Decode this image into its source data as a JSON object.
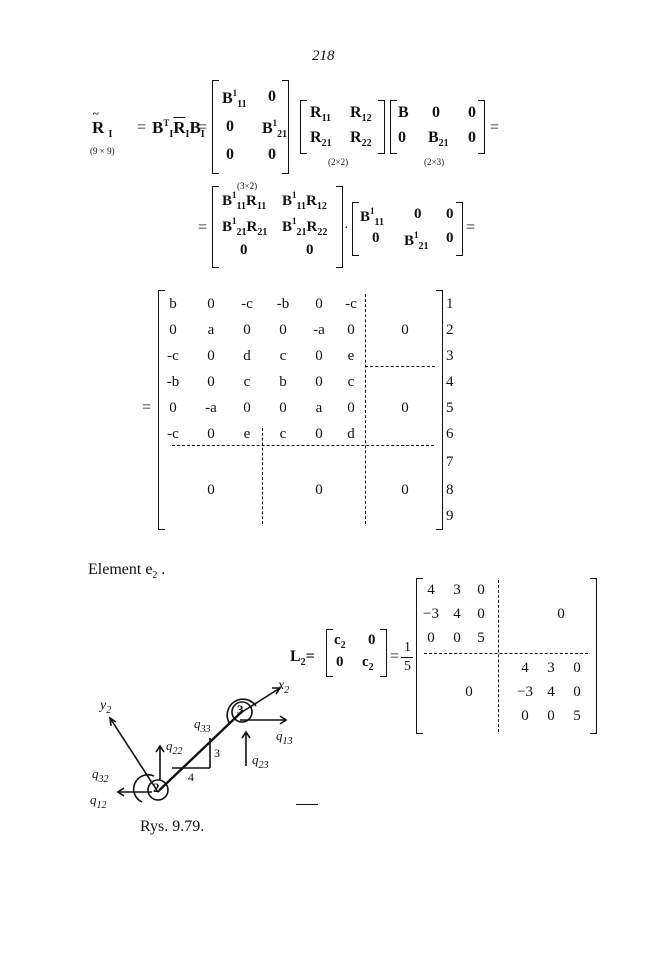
{
  "page_number": "218",
  "eq1": {
    "lhs_symbol": "R",
    "lhs_sub": "I",
    "lhs_dims": "(9 × 9)",
    "prod": "B",
    "prod2": "R",
    "prod3": "B",
    "T": "T",
    "I": "I",
    "B_left": [
      [
        "B",
        "0"
      ],
      [
        "0",
        "B"
      ],
      [
        "0",
        "0"
      ]
    ],
    "B_left_dims": "(3×2)",
    "R_mat": [
      [
        "R",
        "R"
      ],
      [
        "R",
        "R"
      ]
    ],
    "R_subs": [
      [
        "11",
        "12"
      ],
      [
        "21",
        "22"
      ]
    ],
    "R_dims": "(2×2)",
    "B_right": [
      [
        "B",
        "0",
        "0"
      ],
      [
        "0",
        "B",
        "0"
      ]
    ],
    "B_right_dims": "(2×3)"
  },
  "eq2": {
    "left": [
      [
        "B",
        "R",
        "B",
        "R"
      ],
      [
        "B",
        "R",
        "B",
        "R"
      ],
      [
        "0",
        "",
        "0",
        ""
      ]
    ],
    "right": [
      [
        "B",
        "0",
        "0"
      ],
      [
        "0",
        "B",
        "0"
      ]
    ]
  },
  "big_matrix": {
    "rows": [
      [
        "b",
        "0",
        "-c",
        "-b",
        "0",
        "-c"
      ],
      [
        "0",
        "a",
        "0",
        "0",
        "-a",
        "0"
      ],
      [
        "-c",
        "0",
        "d",
        "c",
        "0",
        "e"
      ],
      [
        "-b",
        "0",
        "c",
        "b",
        "0",
        "c"
      ],
      [
        "0",
        "-a",
        "0",
        "0",
        "a",
        "0"
      ],
      [
        "-c",
        "0",
        "e",
        "c",
        "0",
        "d"
      ]
    ],
    "zero_blocks": [
      "0",
      "0",
      "0",
      "0",
      "0"
    ],
    "row_numbers": [
      "1",
      "2",
      "3",
      "4",
      "5",
      "6",
      "7",
      "8",
      "9"
    ]
  },
  "element_label": "Element e",
  "element_sub": "2",
  "L2": {
    "name": "L",
    "name_sub": "2",
    "c": "c",
    "c_sub": "2",
    "zero": "0",
    "frac_num": "1",
    "frac_den": "5",
    "matrix": [
      [
        "4",
        "3",
        "0"
      ],
      [
        "−3",
        "4",
        "0"
      ],
      [
        "0",
        "0",
        "5"
      ]
    ],
    "zero_blocks": [
      "0",
      "0"
    ]
  },
  "figure": {
    "labels": [
      "y",
      "x",
      "q",
      "q",
      "q",
      "q",
      "q",
      "q"
    ],
    "label_subs": [
      "2",
      "2",
      "22",
      "33",
      "32",
      "12",
      "13",
      "23"
    ],
    "node_labels": [
      "3",
      "2"
    ],
    "slope_labels": [
      "3",
      "4"
    ]
  },
  "caption": "Rys. 9.79."
}
